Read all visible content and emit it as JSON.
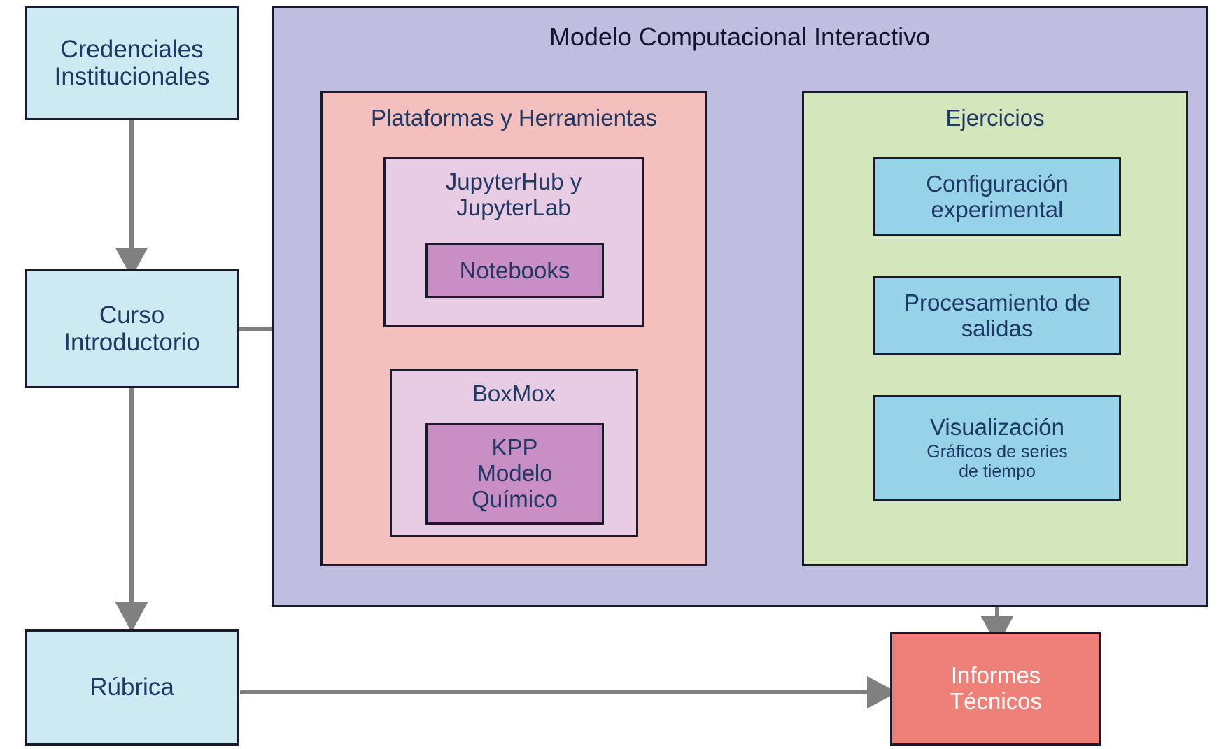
{
  "diagram": {
    "title": "Modelo Computacional Interactivo",
    "nodes": {
      "credenciales": "Credenciales\nInstitucionales",
      "curso": "Curso\nIntroductorio",
      "rubrica": "Rúbrica",
      "plataformas_title": "Plataformas y Herramientas",
      "ejercicios_title": "Ejercicios",
      "jupyter": "JupyterHub y\nJupyterLab",
      "notebooks": "Notebooks",
      "boxmox": "BoxMox",
      "kpp": "KPP\nModelo\nQuímico",
      "configuracion": "Configuración\nexperimental",
      "procesamiento": "Procesamiento de\nsalidas",
      "visualizacion_main": "Visualización",
      "visualizacion_sub": "Gráficos de series\nde tiempo",
      "informes": "Informes\nTécnicos"
    },
    "colors": {
      "background": "#ffffff",
      "light_blue": "#cde9f2",
      "outer_purple": "#c0bee0",
      "panel_pink": "#f4c0bd",
      "panel_green": "#d4e6bb",
      "card_violet": "#e8cce4",
      "leaf_violet": "#c98ec4",
      "exercise_blue": "#97d3e8",
      "output_red": "#ef8078",
      "border": "#1a1a2e",
      "arrow": "#808080",
      "text_blue": "#1f3864",
      "text_dark": "#14142a",
      "text_white": "#ffffff"
    },
    "edges": [
      {
        "from": "credenciales",
        "to": "curso",
        "direction": "down"
      },
      {
        "from": "curso",
        "to": "rubrica",
        "direction": "down"
      },
      {
        "from": "curso",
        "to": "plataformas",
        "direction": "right"
      },
      {
        "from": "jupyter",
        "to": "boxmox",
        "direction": "down"
      },
      {
        "from": "plataformas",
        "to": "ejercicios",
        "direction": "right"
      },
      {
        "from": "configuracion",
        "to": "procesamiento",
        "direction": "down"
      },
      {
        "from": "procesamiento",
        "to": "visualizacion",
        "direction": "down"
      },
      {
        "from": "ejercicios",
        "to": "informes",
        "direction": "down"
      },
      {
        "from": "rubrica",
        "to": "informes",
        "direction": "right"
      }
    ]
  }
}
